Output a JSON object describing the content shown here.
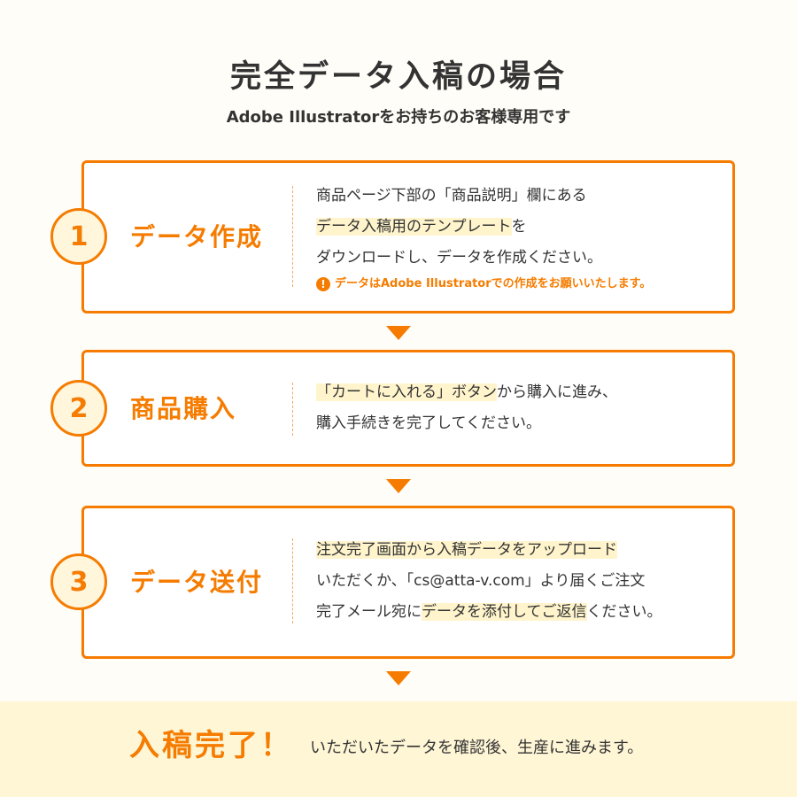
{
  "header": {
    "title": "完全データ入稿の場合",
    "subtitle": "Adobe Illustratorをお持ちのお客様専用です"
  },
  "steps": [
    {
      "number": "1",
      "title": "データ作成",
      "lines": [
        "商品ページ下部の「商品説明」欄にある",
        "データ入稿用のテンプレート",
        "を",
        "ダウンロードし、データを作成ください。"
      ],
      "note": "データはAdobe Illustratorでの作成をお願いいたします。"
    },
    {
      "number": "2",
      "title": "商品購入",
      "lines": [
        "「カートに入れる」ボタン",
        "から購入に進み、",
        "購入手続きを完了してください。"
      ]
    },
    {
      "number": "3",
      "title": "データ送付",
      "lines": [
        "注文完了画面から入稿データをアップロード",
        "いただくか、「cs@atta-v.com」より届くご注文",
        "完了メール宛に",
        "データを添付してご返信",
        "ください。"
      ]
    }
  ],
  "final": {
    "title": "入稿完了！",
    "text": "いただいたデータを確認後、生産に進みます。"
  },
  "colors": {
    "accent": "#f57c00",
    "highlight": "#fff4cc",
    "band": "#fff6d6"
  },
  "icons": {
    "note": "exclamation-circle-icon",
    "arrow": "triangle-down-icon"
  }
}
